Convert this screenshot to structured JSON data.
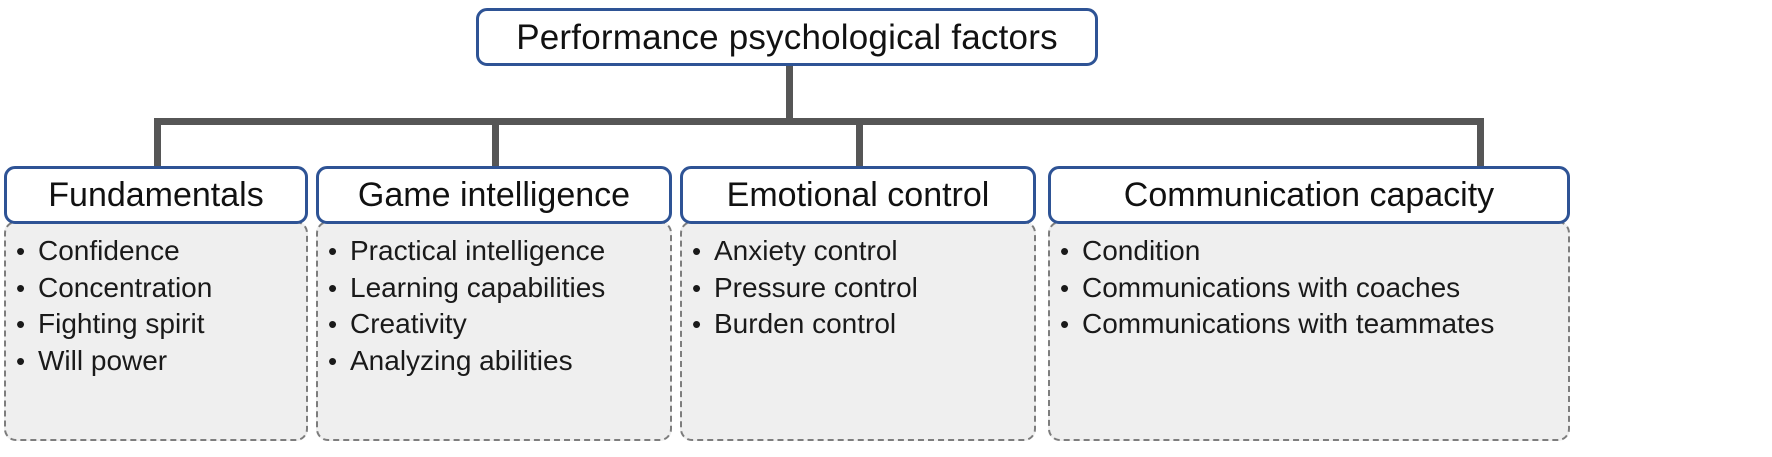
{
  "diagram": {
    "type": "hierarchy-tree",
    "root": {
      "label": "Performance psychological factors"
    },
    "branches": [
      {
        "title": "Fundamentals",
        "items": [
          "Confidence",
          "Concentration",
          "Fighting spirit",
          "Will power"
        ]
      },
      {
        "title": "Game intelligence",
        "items": [
          "Practical intelligence",
          "Learning capabilities",
          "Creativity",
          "Analyzing abilities"
        ]
      },
      {
        "title": "Emotional control",
        "items": [
          "Anxiety control",
          "Pressure control",
          "Burden control"
        ]
      },
      {
        "title": "Communication capacity",
        "items": [
          "Condition",
          "Communications with coaches",
          "Communications with teammates"
        ]
      }
    ],
    "bullet_glyph": "•",
    "colors": {
      "box_border": "#2e5395",
      "box_fill": "#ffffff",
      "body_fill": "#efefef",
      "body_border": "#7d7d7d",
      "connector": "#565656",
      "text": "#1a1a1a",
      "background": "#ffffff"
    }
  }
}
